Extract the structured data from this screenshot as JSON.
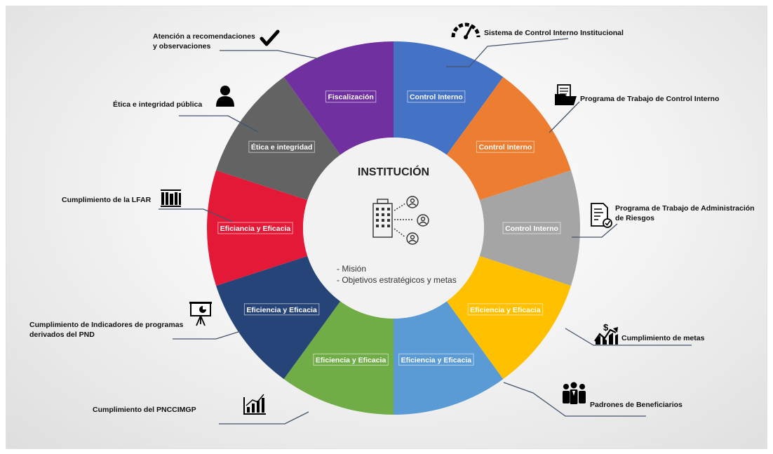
{
  "center": {
    "title": "INSTITUCIÓN",
    "items": [
      "- Misión",
      "- Objetivos estratégicos y metas"
    ]
  },
  "segments": [
    {
      "label": "Control Interno",
      "color": "#4472c4"
    },
    {
      "label": "Control Interno",
      "color": "#ed7d31"
    },
    {
      "label": "Control Interno",
      "color": "#a5a5a5"
    },
    {
      "label": "Eficiencia y Eficacia",
      "color": "#ffc000"
    },
    {
      "label": "Eficiencia y Eficacia",
      "color": "#5b9bd5"
    },
    {
      "label": "Eficiencia y Eficacia",
      "color": "#70ad47"
    },
    {
      "label": "Eficiencia y Eficacia",
      "color": "#264478"
    },
    {
      "label": "Eficiancia y Eficacia",
      "color": "#e31937"
    },
    {
      "label": "Ética e integridad",
      "color": "#636363"
    },
    {
      "label": "Fiscalización",
      "color": "#7030a0"
    }
  ],
  "annotations": {
    "sistema_control": "Sistema de Control Interno Institucional",
    "programa_control": "Programa de Trabajo de Control Interno",
    "programa_riesgos": "Programa de Trabajo de Administración de Riesgos",
    "cumplimiento_metas": "Cumplimiento de metas",
    "padrones": "Padrones de Beneficiarios",
    "pnccimgp": "Cumplimiento del PNCCIMGP",
    "indicadores": "Cumplimiento de Indicadores de programas derivados del PND",
    "lfar": "Cumplimiento de la LFAR",
    "etica": "Ética e integridad pública",
    "atencion": "Atención a recomendaciones y observaciones"
  },
  "icons": {
    "sistema_control": "speedometer-icon",
    "programa_control": "folder-documents-icon",
    "programa_riesgos": "checklist-document-icon",
    "cumplimiento_metas": "growth-chart-icon",
    "padrones": "people-group-icon",
    "pnccimgp": "bar-chart-icon",
    "indicadores": "presentation-board-icon",
    "lfar": "books-icon",
    "etica": "user-icon",
    "atencion": "checkmark-icon",
    "center": "building-people-icon"
  }
}
